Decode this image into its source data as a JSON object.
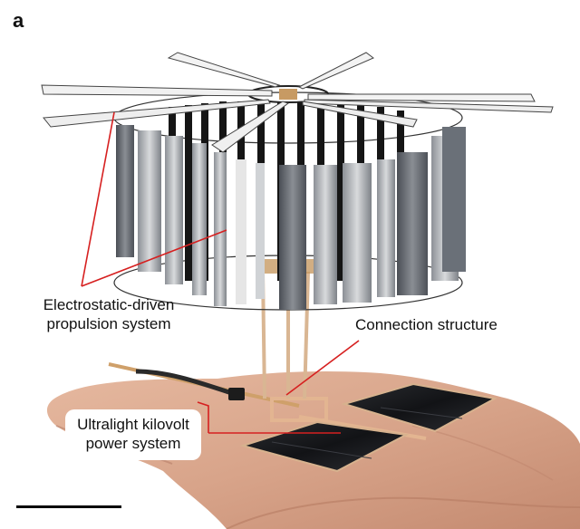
{
  "figure": {
    "panel_label": "a",
    "labels": {
      "propulsion_line1": "Electrostatic-driven",
      "propulsion_line2": "propulsion system",
      "connection": "Connection structure",
      "power_line1": "Ultralight kilovolt",
      "power_line2": "power system"
    },
    "colors": {
      "leader_line": "#d62020",
      "background": "#ffffff",
      "callout_box": "#ffffff",
      "scale_bar": "#000000"
    }
  }
}
